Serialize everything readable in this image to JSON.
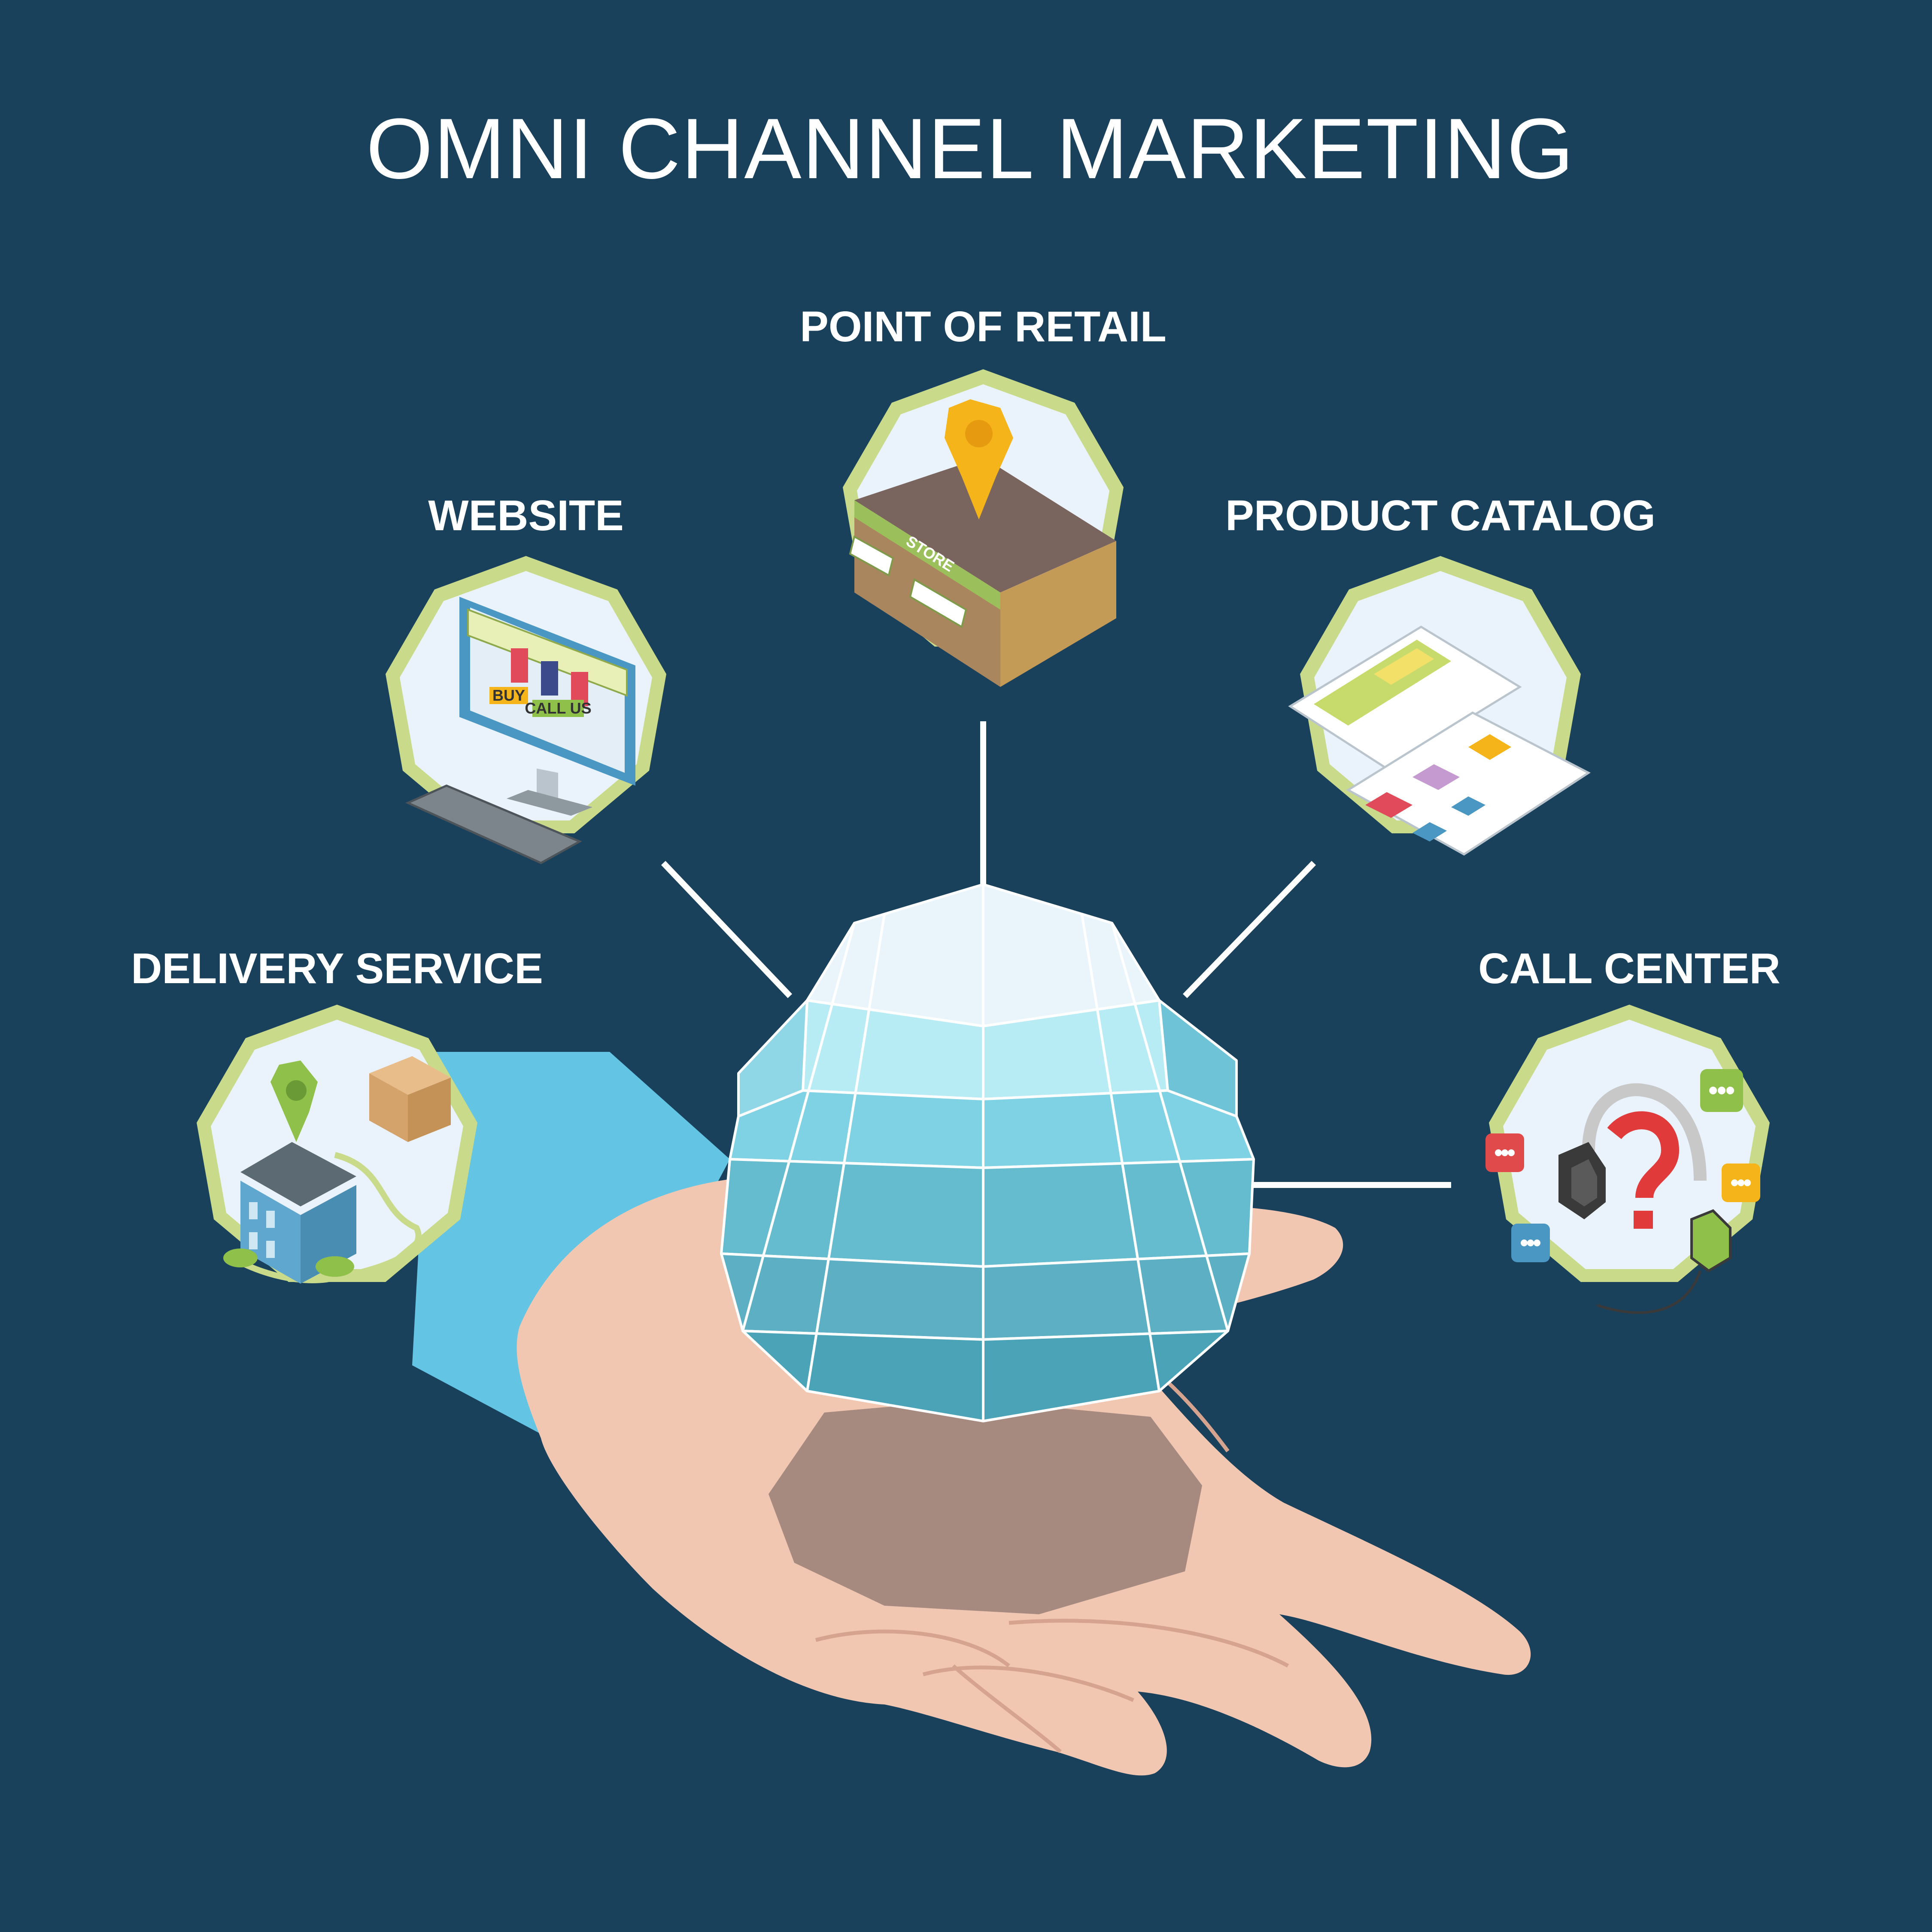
{
  "title": "OMNI CHANNEL MARKETING",
  "nodes": {
    "point_of_retail": {
      "label": "POINT OF RETAIL",
      "sign": "STORE"
    },
    "website": {
      "label": "WEBSITE",
      "buy": "BUY",
      "call": "CALL US"
    },
    "product_catalog": {
      "label": "PRODUCT CATALOG"
    },
    "delivery_service": {
      "label": "DELIVERY SERVICE"
    },
    "call_center": {
      "label": "CALL CENTER"
    }
  },
  "colors": {
    "background": "#1a415c",
    "ring": "#c9db8a",
    "ring_inner": "#eaf3fc",
    "connector": "#ffffff",
    "globe_light": "#b8ecf5",
    "globe_dark": "#4aa3b6",
    "hand": "#f2c7b2",
    "sleeve": "#63c5e3"
  }
}
